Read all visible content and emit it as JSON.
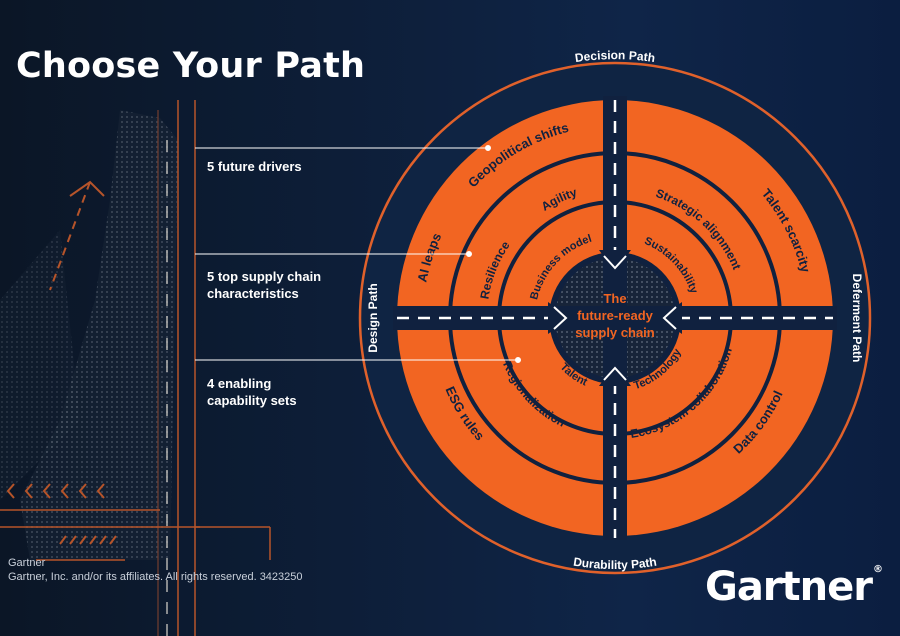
{
  "page": {
    "title": "Choose Your Path",
    "footer_line1": "Gartner",
    "footer_line2": "Gartner, Inc. and/or its affiliates. All rights reserved. 3423250",
    "logo": "Gartner",
    "logo_mark": "®"
  },
  "legend": {
    "drivers": "5 future drivers",
    "characteristics_line1": "5 top supply chain",
    "characteristics_line2": "characteristics",
    "capabilities_line1": "4 enabling",
    "capabilities_line2": "capability sets"
  },
  "paths": {
    "top": "Decision Path",
    "right": "Deferment Path",
    "bottom": "Durability Path",
    "left": "Design Path"
  },
  "center": {
    "line1": "The",
    "line2": "future-ready",
    "line3": "supply chain"
  },
  "drivers": [
    "Geopolitical shifts",
    "AI leaps",
    "Talent scarcity",
    "ESG rules",
    "Data control"
  ],
  "characteristics": [
    "Agility",
    "Resilience",
    "Strategic alignment",
    "Regionalization",
    "Ecosystem collaboration"
  ],
  "capabilities": [
    "Business model",
    "Sustainability",
    "Talent",
    "Technology"
  ],
  "colors": {
    "orange": "#f26522",
    "navy": "#10213f",
    "background": "#0d1e38"
  }
}
